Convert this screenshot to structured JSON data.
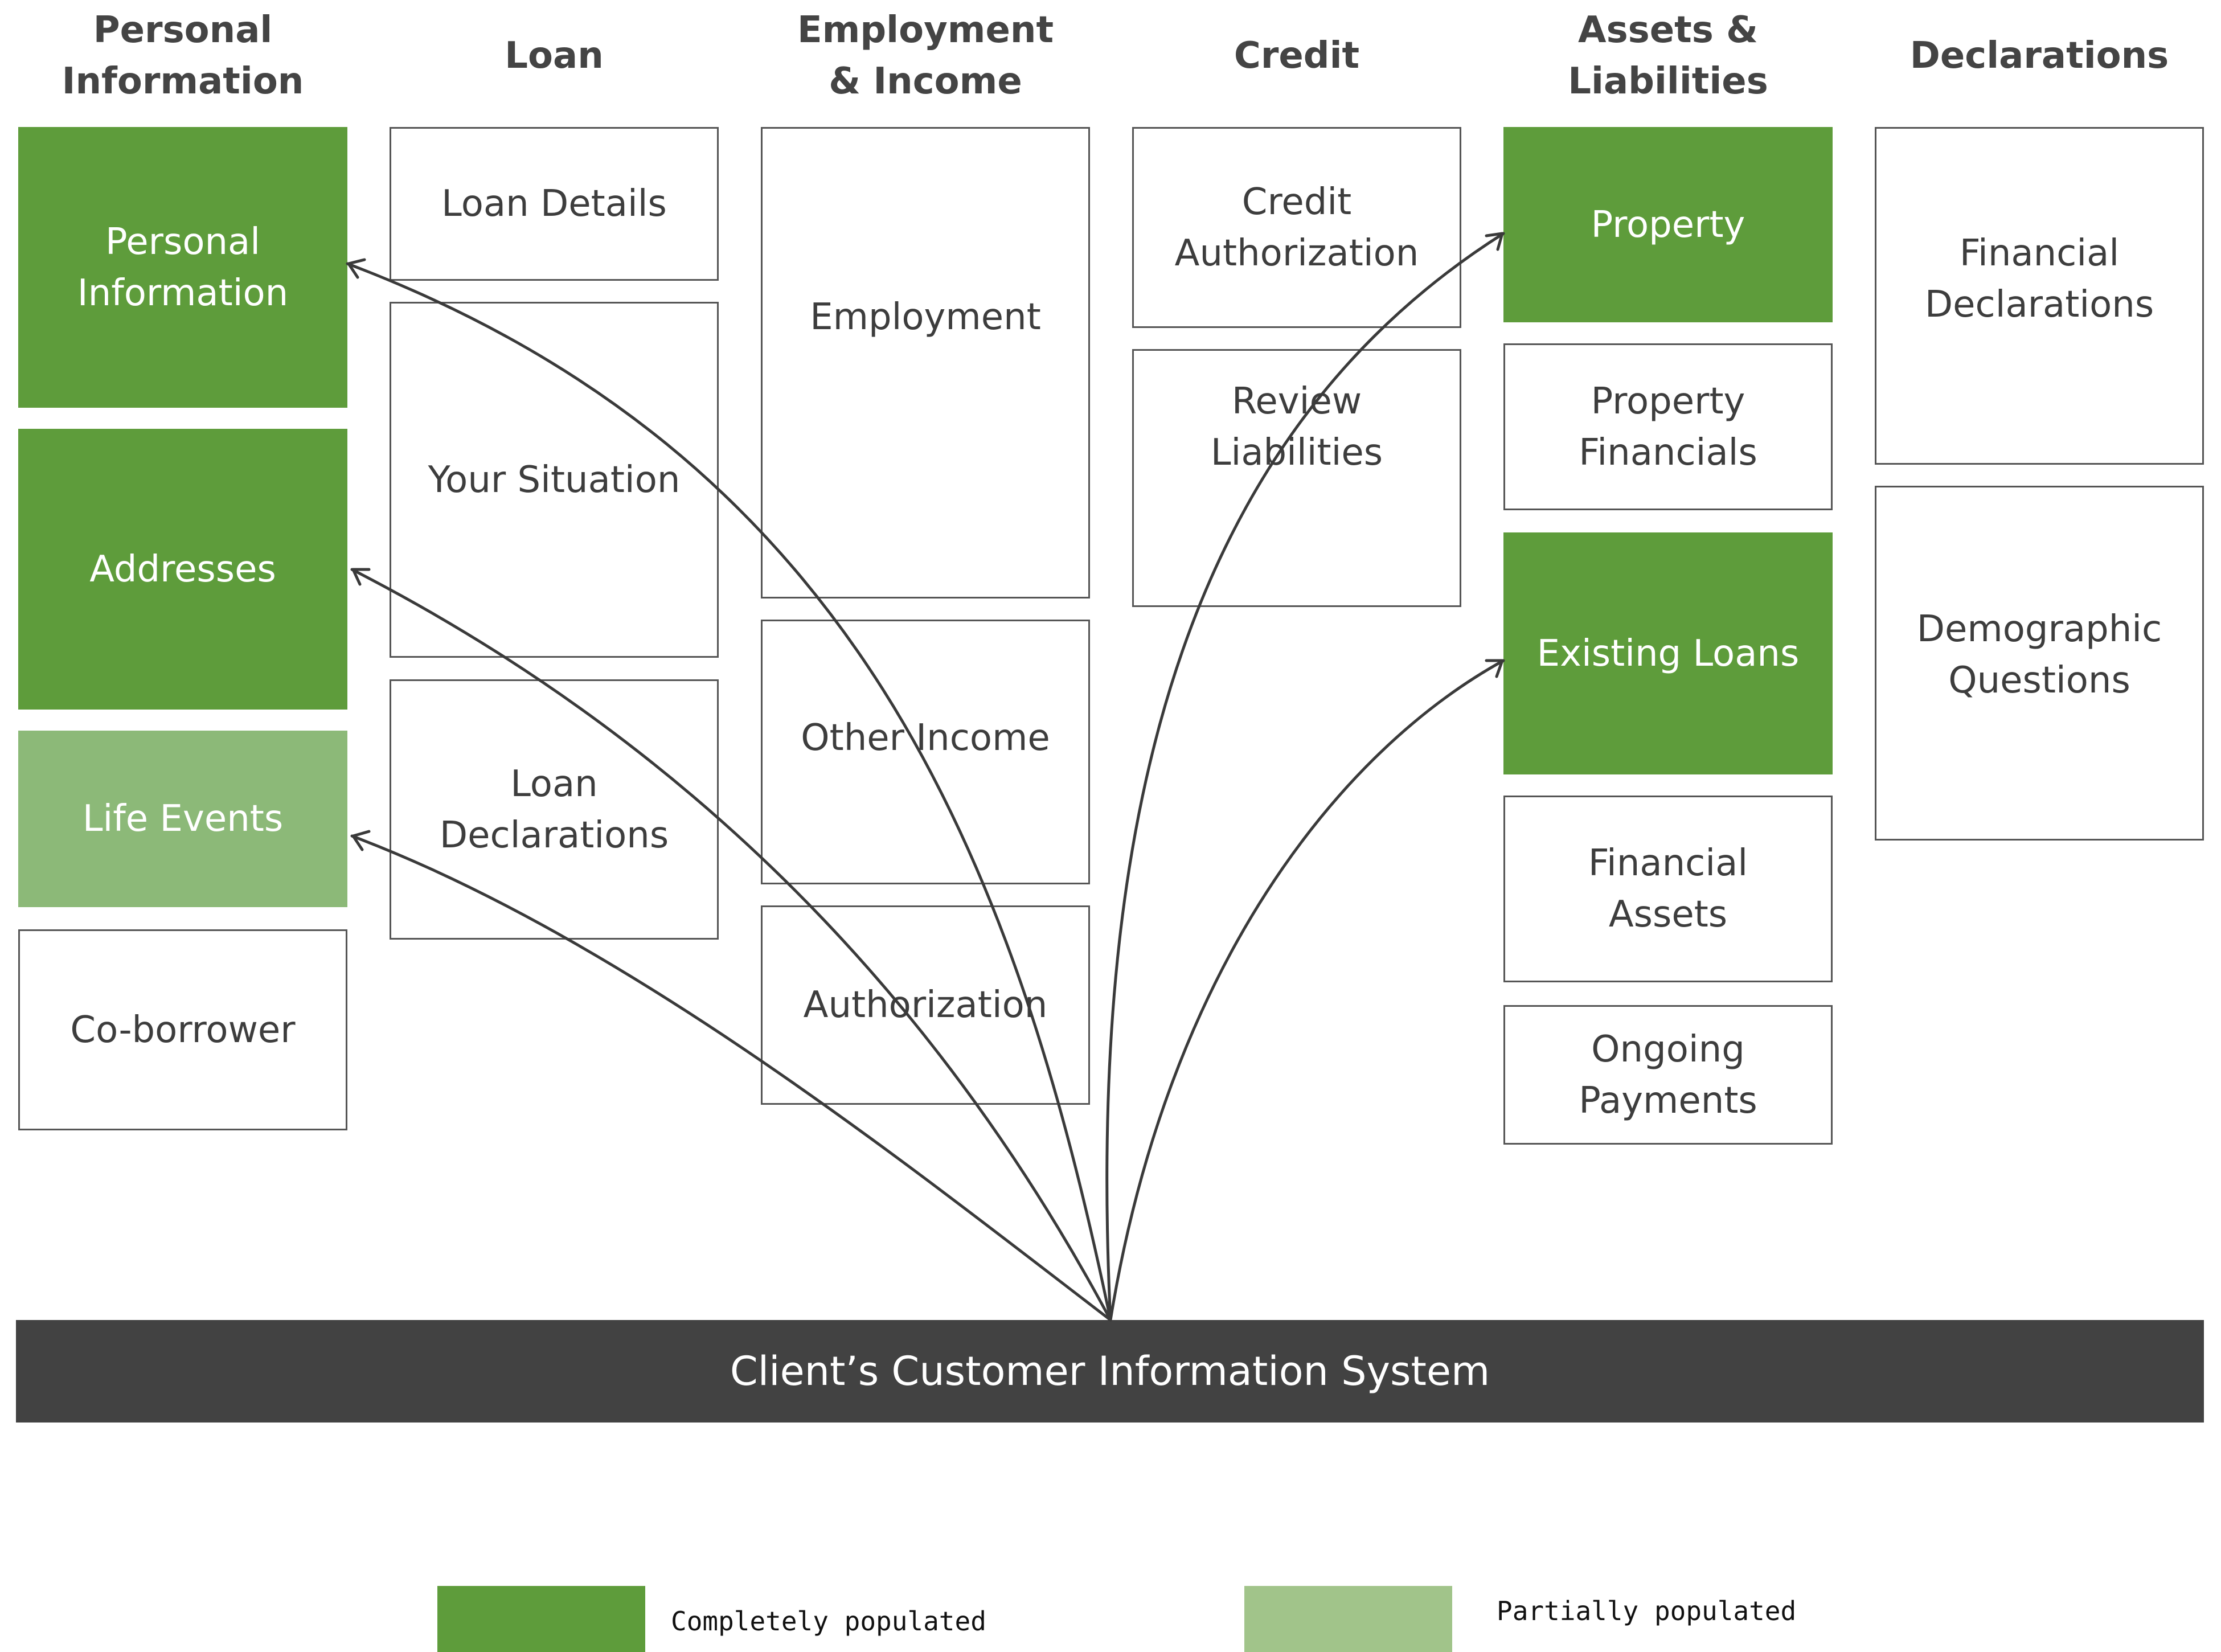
{
  "colors": {
    "complete": "#5e9c3b",
    "partial": "#8cb978",
    "empty": "#ffffff",
    "system_bar": "#424242",
    "arrow": "#3a3a3a"
  },
  "columns": [
    {
      "title": "Personal\nInformation"
    },
    {
      "title": "Loan"
    },
    {
      "title": "Employment\n& Income"
    },
    {
      "title": "Credit"
    },
    {
      "title": "Assets &\nLiabilities"
    },
    {
      "title": "Declarations"
    }
  ],
  "personal": {
    "personal_information": {
      "label": "Personal\nInformation",
      "status": "complete"
    },
    "addresses": {
      "label": "Addresses",
      "status": "complete"
    },
    "life_events": {
      "label": "Life Events",
      "status": "partial"
    },
    "co_borrower": {
      "label": "Co-borrower",
      "status": "empty"
    }
  },
  "loan": {
    "loan_details": {
      "label": "Loan Details",
      "status": "empty"
    },
    "your_situation": {
      "label": "Your Situation",
      "status": "empty"
    },
    "loan_declarations": {
      "label": "Loan\nDeclarations",
      "status": "empty"
    }
  },
  "employment": {
    "employment": {
      "label": "Employment",
      "status": "empty"
    },
    "other_income": {
      "label": "Other Income",
      "status": "empty"
    },
    "authorization": {
      "label": "Authorization",
      "status": "empty"
    }
  },
  "credit": {
    "credit_authorization": {
      "label": "Credit\nAuthorization",
      "status": "empty"
    },
    "review_liabilities": {
      "label": "Review\nLiabilities",
      "status": "empty"
    }
  },
  "assets": {
    "property": {
      "label": "Property",
      "status": "complete"
    },
    "property_financials": {
      "label": "Property\nFinancials",
      "status": "empty"
    },
    "existing_loans": {
      "label": "Existing Loans",
      "status": "complete"
    },
    "financial_assets": {
      "label": "Financial\nAssets",
      "status": "empty"
    },
    "ongoing_payments": {
      "label": "Ongoing\nPayments",
      "status": "empty"
    }
  },
  "declarations": {
    "financial_declarations": {
      "label": "Financial\nDeclarations",
      "status": "empty"
    },
    "demographic_questions": {
      "label": "Demographic\nQuestions",
      "status": "empty"
    }
  },
  "system": {
    "label": "Client’s Customer Information System"
  },
  "connections": [
    {
      "from": "system",
      "to": "personal_information"
    },
    {
      "from": "system",
      "to": "addresses"
    },
    {
      "from": "system",
      "to": "life_events"
    },
    {
      "from": "system",
      "to": "property"
    },
    {
      "from": "system",
      "to": "existing_loans"
    }
  ],
  "legend": {
    "complete_label": "Completely populated",
    "partial_label": "Partially populated"
  }
}
